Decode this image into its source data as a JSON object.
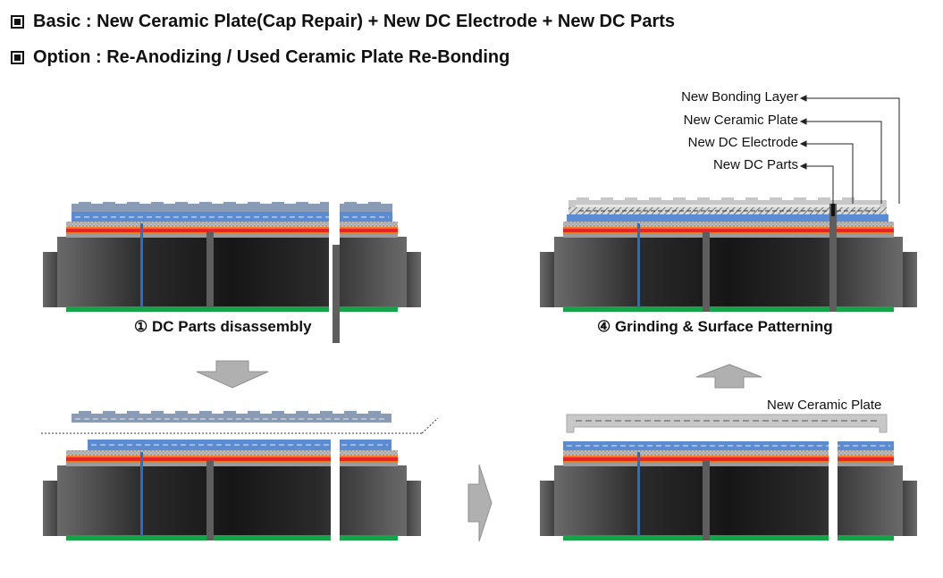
{
  "header": {
    "basic": "Basic : New Ceramic Plate(Cap Repair) + New DC Electrode + New DC Parts",
    "option": "Option : Re-Anodizing / Used Ceramic Plate Re-Bonding"
  },
  "steps": {
    "step1": "① DC Parts disassembly",
    "step4": "④ Grinding & Surface Patterning"
  },
  "callouts": {
    "bonding_layer": "New Bonding Layer",
    "ceramic_plate": "New Ceramic Plate",
    "dc_electrode": "New DC Electrode",
    "dc_parts": "New DC Parts",
    "new_ceramic_plate_floating": "New Ceramic Plate"
  },
  "colors": {
    "ceramic": "#5b8bd0",
    "electrode": "#e8242b",
    "bonding": "#f07a22",
    "base_dark": "#222222",
    "base_light": "#5a5a5a",
    "bottom_green": "#16a34a",
    "new_ceramic": "#c8c8c8",
    "arrow": "#b0b0b0"
  }
}
